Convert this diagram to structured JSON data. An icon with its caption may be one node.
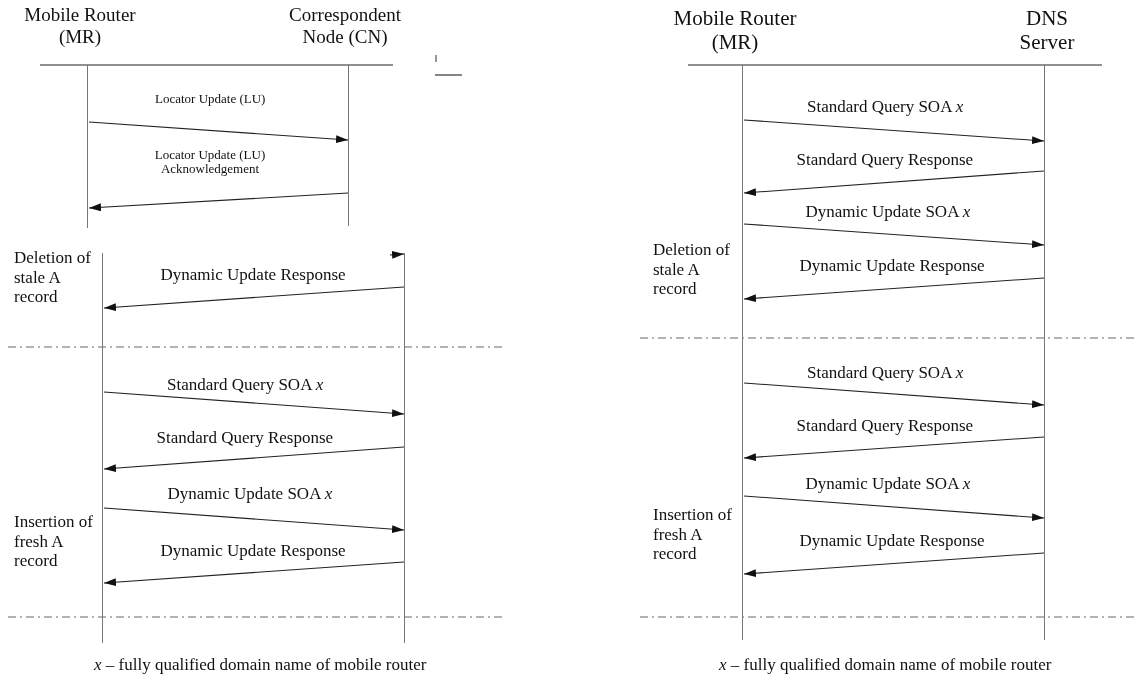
{
  "diagram": {
    "nodes": [
      {
        "text": [
          "Mobile Router (MR)"
        ]
      },
      {
        "text": [
          "Correspondent Node (CN)"
        ]
      },
      {
        "text": [],
        "shape": "line"
      },
      {
        "text": [],
        "shape": "line"
      },
      {
        "text": [
          "Mobile Router (MR)"
        ]
      },
      {
        "text": [
          "DNS Server"
        ]
      }
    ],
    "edges": [
      {
        "from": 0,
        "to": 1,
        "arrow": "to",
        "label": "Locator Update (LU)"
      },
      {
        "from": 1,
        "to": 0,
        "arrow": "to",
        "label": "Locator Update (LU) Acknowledgement"
      },
      {
        "from": null,
        "to": 3,
        "arrow": "to"
      },
      {
        "from": 3,
        "to": 2,
        "arrow": "to",
        "label": "Dynamic Update Response"
      },
      {
        "from": 2,
        "to": 3,
        "arrow": "to",
        "label": "Standard Query SOA *x*"
      },
      {
        "from": 3,
        "to": 2,
        "arrow": "to",
        "label": "Standard Query Response"
      },
      {
        "from": 2,
        "to": 3,
        "arrow": "to",
        "label": "Dynamic Update SOA *x*"
      },
      {
        "from": 3,
        "to": 2,
        "arrow": "to",
        "label": "Dynamic Update Response"
      },
      {
        "from": 4,
        "to": 5,
        "arrow": "to",
        "label": "Standard Query SOA *x*"
      },
      {
        "from": 5,
        "to": 4,
        "arrow": "to",
        "label": "Standard Query Response"
      },
      {
        "from": 4,
        "to": 5,
        "arrow": "to",
        "label": "Dynamic Update SOA *x*"
      },
      {
        "from": 5,
        "to": 4,
        "arrow": "to",
        "label": "Dynamic Update Response"
      },
      {
        "from": 4,
        "to": 5,
        "arrow": "to",
        "label": "Standard Query SOA *x*"
      },
      {
        "from": 5,
        "to": 4,
        "arrow": "to",
        "label": "Standard Query Response"
      },
      {
        "from": 4,
        "to": 5,
        "arrow": "to",
        "label": "Dynamic Update SOA *x*"
      },
      {
        "from": 5,
        "to": 4,
        "arrow": "to",
        "label": "Dynamic Update Response"
      }
    ],
    "labels": [
      "Deletion of stale A record",
      "Deletion of stale A record",
      "Insertion of fresh A record",
      "Insertion of fresh A record",
      "*x* – fully qualified domain name of mobile router",
      "*x* – fully qualified domain name of mobile router"
    ]
  }
}
